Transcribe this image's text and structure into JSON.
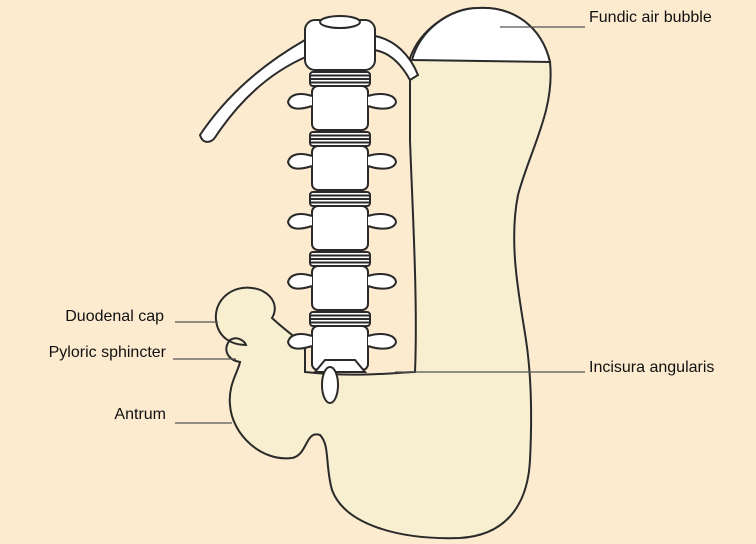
{
  "labels": {
    "fundic_air_bubble": "Fundic air bubble",
    "incisura_angularis": "Incisura angularis",
    "duodenal_cap": "Duodenal cap",
    "pyloric_sphincter": "Pyloric sphincter",
    "antrum": "Antrum"
  },
  "colors": {
    "background": "#fdebd0",
    "stomach_fill": "#f8eed0",
    "air_bubble": "#ffffff",
    "outline": "#2a2a2a",
    "bone": "#ffffff"
  }
}
